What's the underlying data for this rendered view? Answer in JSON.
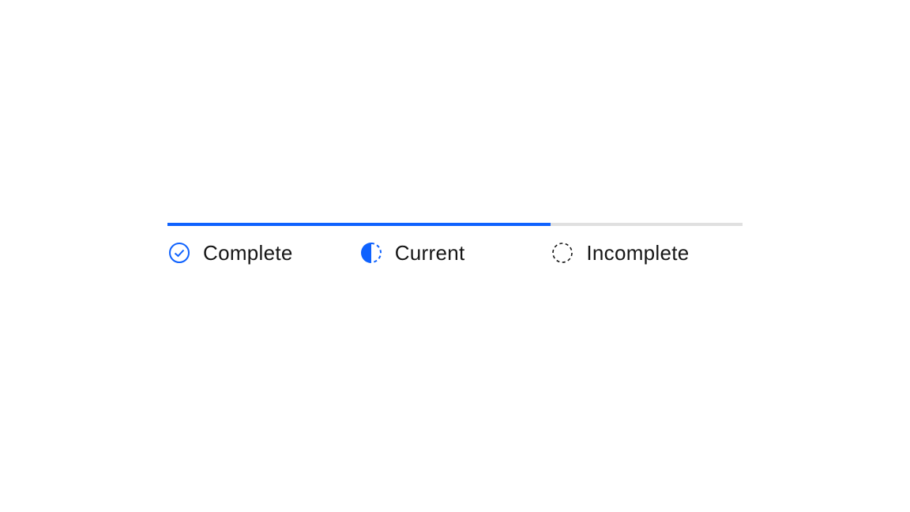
{
  "progress_indicator": {
    "steps": [
      {
        "label": "Complete",
        "state": "complete",
        "icon": "checkmark-circle-icon"
      },
      {
        "label": "Current",
        "state": "current",
        "icon": "half-circle-icon"
      },
      {
        "label": "Incomplete",
        "state": "incomplete",
        "icon": "dashed-circle-icon"
      }
    ],
    "colors": {
      "accent": "#0f62fe",
      "track": "#e0e0e0",
      "text": "#161616"
    }
  }
}
